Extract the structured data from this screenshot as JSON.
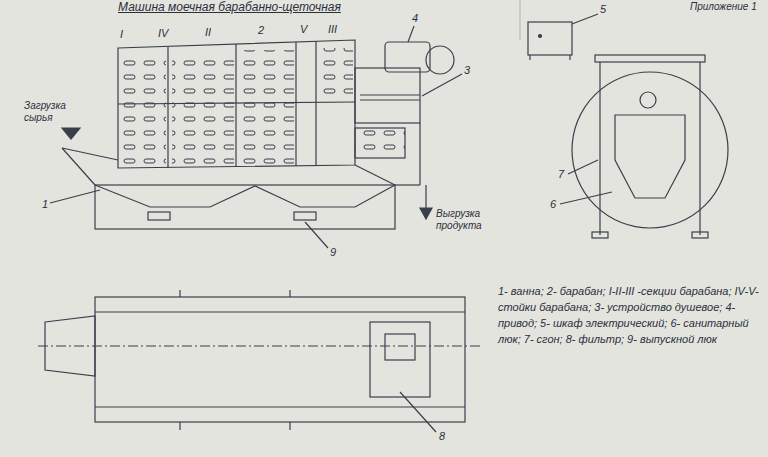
{
  "diagram": {
    "title": "Машина моечная барабанно-щеточная",
    "labels": [
      "Приложение 1",
      "I",
      "IV",
      "II",
      "2",
      "V",
      "III",
      "4",
      "3",
      "5",
      "Загрузка сырья",
      "1",
      "9",
      "Выгрузка продукта",
      "7",
      "6",
      "8",
      "1- ванна; 2- барабан; I-II-III -секции барабана; IV-V- стойки барабана; 3- устройство душевое; 4- привод; 5- шкаф электрический; 6- санитарный люк; 7- сгон; 8- фильтр; 9- выпускной люк"
    ]
  }
}
